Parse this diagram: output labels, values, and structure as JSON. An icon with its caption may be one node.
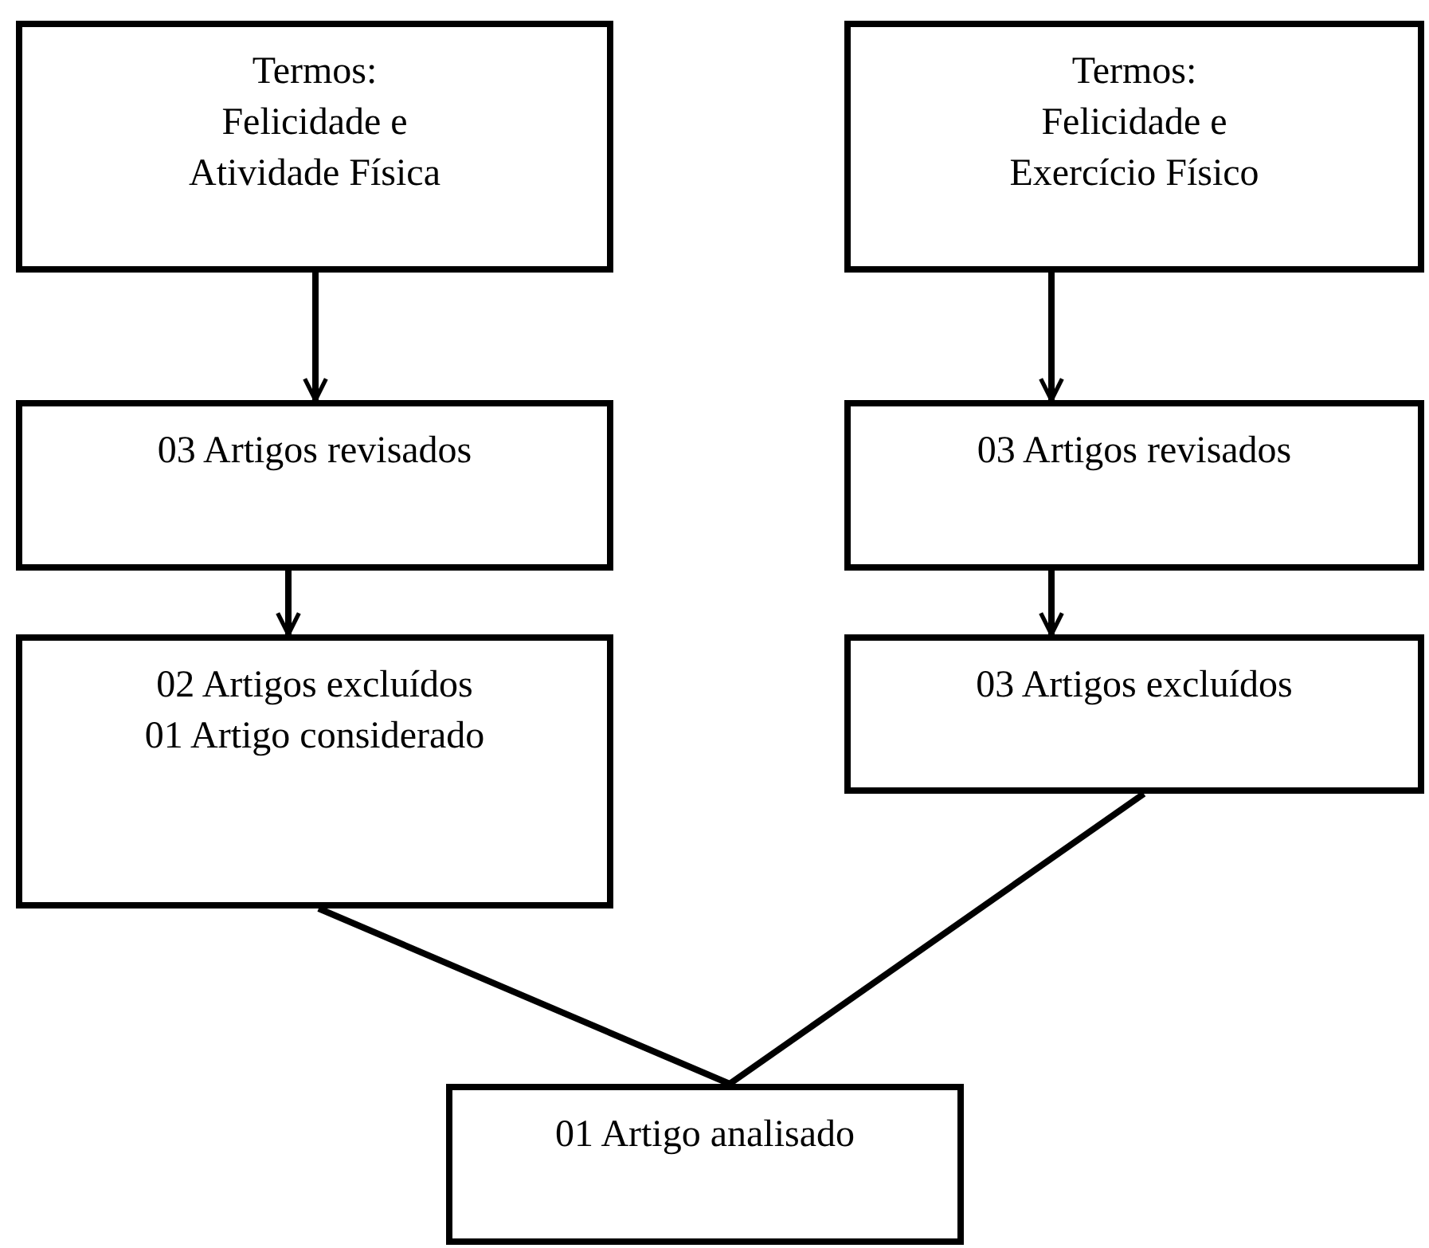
{
  "diagram": {
    "nodes": [
      {
        "text": [
          "Termos: Felicidade e Atividade Física"
        ]
      },
      {
        "text": [
          "Termos: Felicidade e Exercício Físico"
        ]
      },
      {
        "text": [
          "03 Artigos revisados"
        ]
      },
      {
        "text": [
          "03 Artigos revisados"
        ]
      },
      {
        "text": [
          "02 Artigos excluídos 01 Artigo considerado"
        ]
      },
      {
        "text": [
          "03 Artigos excluídos"
        ]
      },
      {
        "text": [
          "01 Artigo analisado"
        ]
      }
    ],
    "edges": [
      {
        "from": 0,
        "to": 2,
        "arrow": "to"
      },
      {
        "from": 1,
        "to": 3,
        "arrow": "to"
      },
      {
        "from": 2,
        "to": 4,
        "arrow": "to"
      },
      {
        "from": 3,
        "to": 5,
        "arrow": "to"
      },
      {
        "from": 4,
        "to": 6,
        "arrow": "none"
      },
      {
        "from": 5,
        "to": 6,
        "arrow": "none"
      }
    ]
  }
}
